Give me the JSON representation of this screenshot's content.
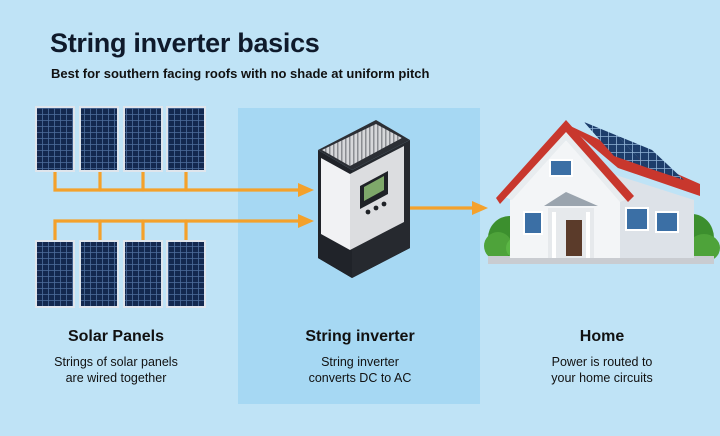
{
  "title": "String inverter basics",
  "subtitle": "Best for southern facing roofs with no shade at uniform pitch",
  "columns": [
    {
      "heading": "Solar Panels",
      "lines": [
        "Strings of solar panels",
        "are wired together"
      ]
    },
    {
      "heading": "String inverter",
      "lines": [
        "String inverter",
        "converts DC to AC"
      ]
    },
    {
      "heading": "Home",
      "lines": [
        "Power is routed to",
        "your home circuits"
      ]
    }
  ],
  "colors": {
    "background": "#bfe3f6",
    "band": "#a6d8f3",
    "wire": "#f4a12b",
    "panel": "#14254a",
    "roof": "#c8372d"
  },
  "icons": [
    "solar-panel-icon",
    "inverter-icon",
    "house-icon",
    "tree-icon",
    "arrow-right-icon"
  ]
}
